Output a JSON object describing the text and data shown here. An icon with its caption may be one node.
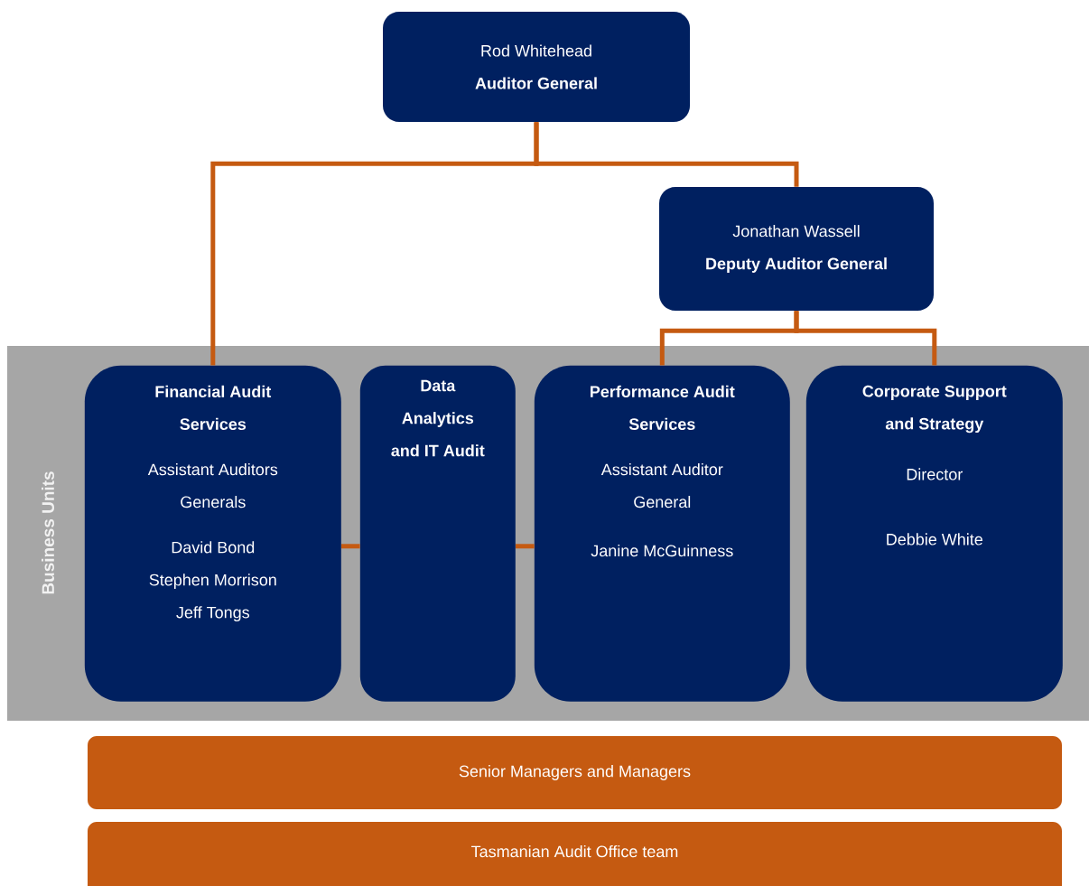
{
  "diagram": {
    "nodes": [
      {
        "text": [
          "Rod Whitehead",
          "Auditor General"
        ]
      },
      {
        "text": [
          "Jonathan Wassell",
          "Deputy Auditor General"
        ]
      },
      {
        "text": [
          "Business Units"
        ]
      },
      {
        "text": [
          "Financial Audit Services",
          "Assistant Auditors Generals",
          "David Bond Stephen Morrison Jeff Tongs"
        ],
        "in": 2
      },
      {
        "text": [
          "Data Analytics and IT Audit"
        ],
        "in": 2
      },
      {
        "text": [
          "Performance Audit Services",
          "Assistant Auditor General",
          "Janine McGuinness"
        ],
        "in": 2
      },
      {
        "text": [
          "Corporate Support and Strategy",
          "Director",
          "Debbie White"
        ],
        "in": 2
      },
      {
        "text": [
          "Senior Managers and Managers"
        ]
      },
      {
        "text": [
          "Tasmanian Audit Office team"
        ]
      }
    ],
    "edges": [
      {
        "from": 0,
        "to": 3,
        "arrow": "none"
      },
      {
        "from": 0,
        "to": 1,
        "arrow": "none"
      },
      {
        "from": 1,
        "to": 5,
        "arrow": "none"
      },
      {
        "from": 1,
        "to": 6,
        "arrow": "none"
      },
      {
        "from": 3,
        "to": 4,
        "arrow": "none"
      },
      {
        "from": 4,
        "to": 5,
        "arrow": "none"
      }
    ]
  }
}
